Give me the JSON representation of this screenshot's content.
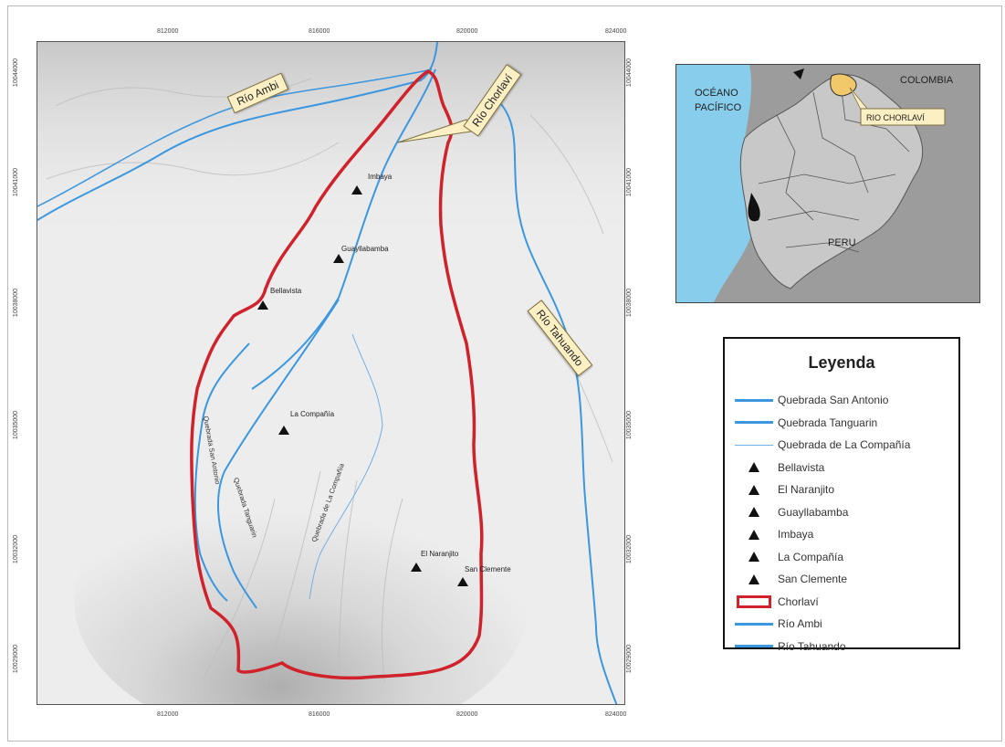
{
  "map": {
    "x_ticks": [
      "812000",
      "816000",
      "820000",
      "824000"
    ],
    "y_ticks": [
      "10044000",
      "10041000",
      "10038000",
      "10035000",
      "10032000",
      "10029000"
    ],
    "places": [
      "Imbaya",
      "Guayllabamba",
      "Bellavista",
      "La Compañía",
      "El Naranjito",
      "San Clemente"
    ],
    "streams": [
      "Quebrada San Antonio",
      "Quebrada Tanguarin",
      "Quebrada de La Compañía"
    ],
    "callouts": {
      "ambi": "Río Ambi",
      "chorlavi": "Río Chorlaví",
      "tahuando": "Río Tahuando"
    }
  },
  "inset": {
    "ocean": "OCÉANO PACÍFICO",
    "ocean_line1": "OCÉANO",
    "ocean_line2": "PACÍFICO",
    "colombia": "COLOMBIA",
    "peru": "PERU",
    "callout": "RIO CHORLAVÍ",
    "colors": {
      "sea": "#88cdec",
      "land": "#9c9c9c",
      "ecuador": "#c8c8c8",
      "basin": "#f2c96a"
    }
  },
  "legend": {
    "title": "Leyenda",
    "items": [
      {
        "label": "Quebrada San Antonio",
        "symbol": "line"
      },
      {
        "label": "Quebrada Tanguarin",
        "symbol": "line"
      },
      {
        "label": "Quebrada de La Compañía",
        "symbol": "thin-line"
      },
      {
        "label": "Bellavista",
        "symbol": "triangle"
      },
      {
        "label": "El Naranjito",
        "symbol": "triangle"
      },
      {
        "label": "Guayllabamba",
        "symbol": "triangle"
      },
      {
        "label": "Imbaya",
        "symbol": "triangle"
      },
      {
        "label": "La Compañía",
        "symbol": "triangle"
      },
      {
        "label": "San Clemente",
        "symbol": "triangle"
      },
      {
        "label": "Chorlaví",
        "symbol": "box"
      },
      {
        "label": "Río Ambi",
        "symbol": "line"
      },
      {
        "label": "Río Tahuando",
        "symbol": "line"
      }
    ]
  },
  "colors": {
    "river": "#3b97df",
    "boundary": "#d0222b",
    "stream_thin": "#6fb0e8",
    "callout_bg": "#fbefc3"
  }
}
